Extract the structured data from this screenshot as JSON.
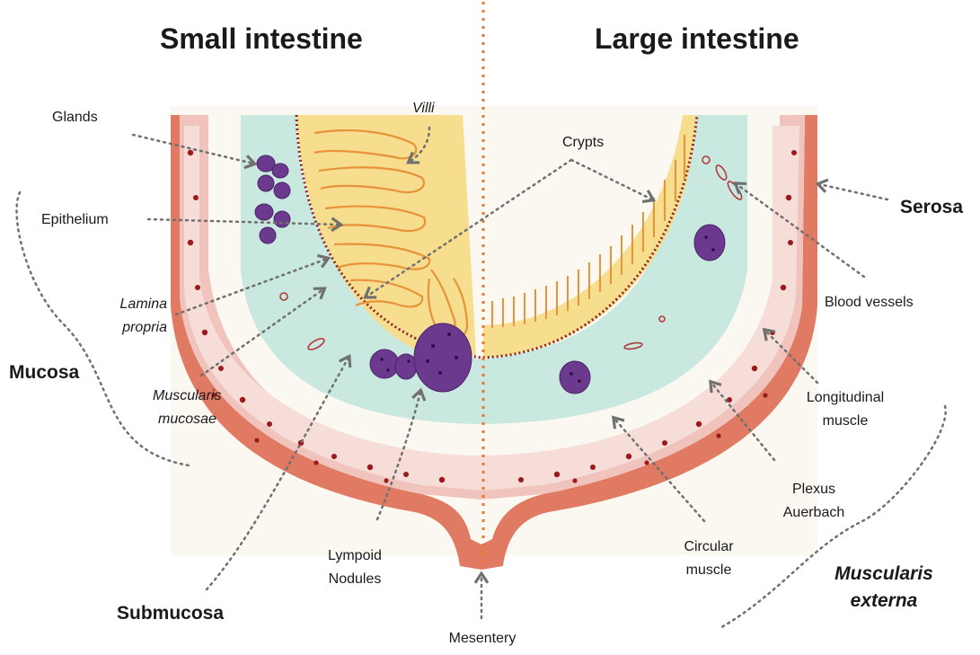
{
  "titles": {
    "left": "Small intestine",
    "right": "Large intestine"
  },
  "labels": {
    "glands": "Glands",
    "villi": "Villi",
    "crypts": "Crypts",
    "epithelium": "Epithelium",
    "lamina_propria_1": "Lamina",
    "lamina_propria_2": "propria",
    "muscularis_mucosae_1": "Muscularis",
    "muscularis_mucosae_2": "mucosae",
    "mucosa": "Mucosa",
    "lymphoid_nodules_1": "Lympoid",
    "lymphoid_nodules_2": "Nodules",
    "submucosa": "Submucosa",
    "mesentery": "Mesentery",
    "serosa": "Serosa",
    "blood_vessels": "Blood vessels",
    "longitudinal_muscle_1": "Longitudinal",
    "longitudinal_muscle_2": "muscle",
    "plexus_auerbach_1": "Plexus",
    "plexus_auerbach_2": "Auerbach",
    "circular_muscle_1": "Circular",
    "circular_muscle_2": "muscle",
    "muscularis_externa_1": "Muscularis",
    "muscularis_externa_2": "externa"
  },
  "colors": {
    "serosa": "#e07a63",
    "muscle": "#efc2bd",
    "submucosa": "#c9e8df",
    "villi": "#f7dd8e",
    "nodule": "#6b3a8e",
    "divider": "#e8762b",
    "leader": "#707070"
  }
}
